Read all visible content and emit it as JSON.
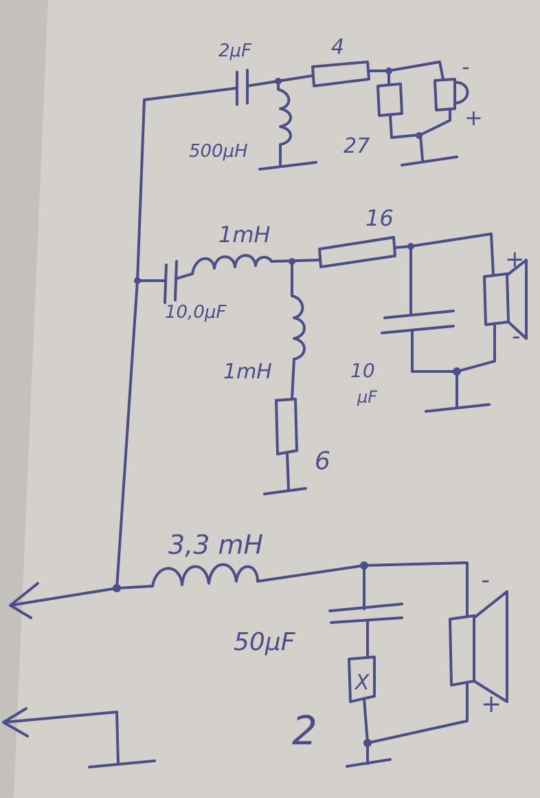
{
  "top_branch": {
    "capacitor": "2μF",
    "inductor": "500μH",
    "series_resistor": "4",
    "shunt_resistor": "27",
    "speaker_minus": "-",
    "speaker_plus": "+"
  },
  "middle_branch": {
    "capacitor": "10,0μF",
    "series_inductor": "1mH",
    "shunt_inductor": "1mH",
    "shunt_resistor": "6",
    "series_resistor": "16",
    "shunt_capacitor_value": "10",
    "shunt_capacitor_unit": "μF",
    "speaker_plus": "+",
    "speaker_minus": "-"
  },
  "bottom_branch": {
    "inductor": "3,3 mH",
    "capacitor": "50μF",
    "component_x": "X",
    "component_x_value": "2",
    "speaker_minus": "-",
    "speaker_plus": "+"
  },
  "colors": {
    "ink": "#4b4f88",
    "paper": "#d4d1cd"
  }
}
